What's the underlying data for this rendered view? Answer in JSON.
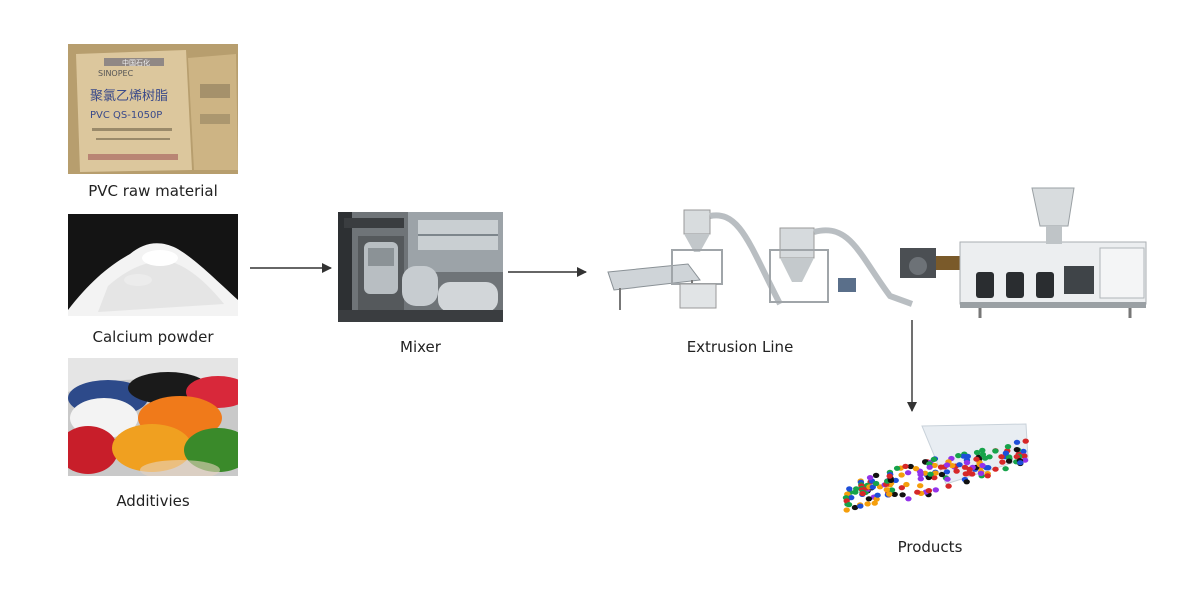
{
  "diagram": {
    "nodes": {
      "pvc": {
        "label": "PVC raw material",
        "bag_brand": "SINOPEC",
        "bag_cn_top": "中国石化",
        "bag_cn_main": "聚氯乙烯树脂",
        "bag_grade": "PVC QS-1050P"
      },
      "calcium": {
        "label": "Calcium powder"
      },
      "additives": {
        "label": "Additivies"
      },
      "mixer": {
        "label": "Mixer"
      },
      "extrusion": {
        "label": "Extrusion Line"
      },
      "products": {
        "label": "Products"
      }
    },
    "edges": [
      {
        "from": "additives-group",
        "to": "mixer"
      },
      {
        "from": "mixer",
        "to": "extrusion"
      },
      {
        "from": "extrusion",
        "to": "products"
      }
    ],
    "colors": {
      "arrow": "#333333",
      "bag": "#d9c49a",
      "machine": "#e6e8ea",
      "pellets": [
        "#d62828",
        "#1d4ed8",
        "#16a34a",
        "#f59e0b",
        "#9333ea",
        "#111111"
      ]
    }
  }
}
